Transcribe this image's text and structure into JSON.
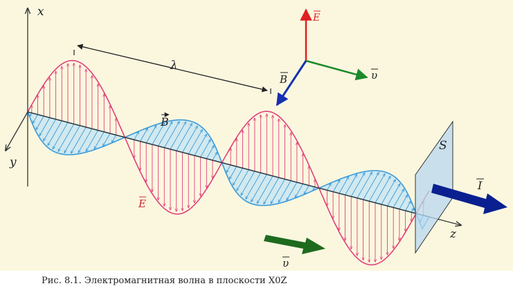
{
  "colors": {
    "background": "#fbf7df",
    "electric": "#e0407a",
    "magnetic": "#3a9ad8",
    "magnetic_fill": "#bfe2f5",
    "axis": "#333333",
    "e_arrow": "#e02020",
    "b_arrow": "#1530b0",
    "v_arrow": "#1b8a2a",
    "i_arrow": "#0a2090",
    "v_big_arrow": "#1e6b1e",
    "plane_fill": "#b8d8f0"
  },
  "labels": {
    "axis_x": "x",
    "axis_y": "y",
    "axis_z": "z",
    "wavelength": "λ",
    "field_b": "B",
    "field_e": "E",
    "velocity": "υ",
    "intensity": "I",
    "surface": "S",
    "triad_e": "E",
    "triad_b": "B",
    "triad_v": "υ"
  },
  "caption": {
    "text": "Рис. 8.1. Электромагнитная волна в плоскости X0Z"
  },
  "icons": {
    "e_arrow": "arrow-up-icon",
    "b_arrow": "arrow-down-left-icon",
    "v_arrow": "arrow-right-icon",
    "i_arrow": "arrow-right-icon"
  }
}
